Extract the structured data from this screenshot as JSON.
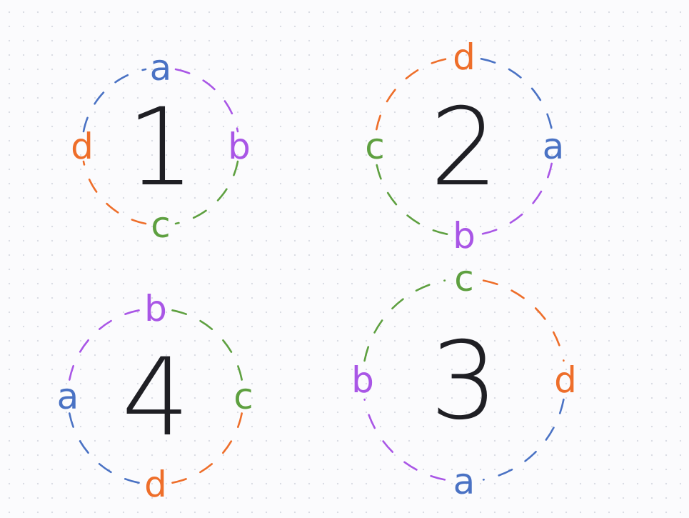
{
  "colors": {
    "a": "#4a72c4",
    "b": "#a956e6",
    "c": "#5ea040",
    "d": "#ee6e2a",
    "number": "#1f1f24"
  },
  "diagrams": [
    {
      "number": "1",
      "labels": {
        "top": "a",
        "right": "b",
        "bottom": "c",
        "left": "d"
      }
    },
    {
      "number": "2",
      "labels": {
        "top": "d",
        "right": "a",
        "bottom": "b",
        "left": "c"
      }
    },
    {
      "number": "3",
      "labels": {
        "top": "c",
        "right": "d",
        "bottom": "a",
        "left": "b"
      }
    },
    {
      "number": "4",
      "labels": {
        "top": "b",
        "right": "c",
        "bottom": "d",
        "left": "a"
      }
    }
  ]
}
